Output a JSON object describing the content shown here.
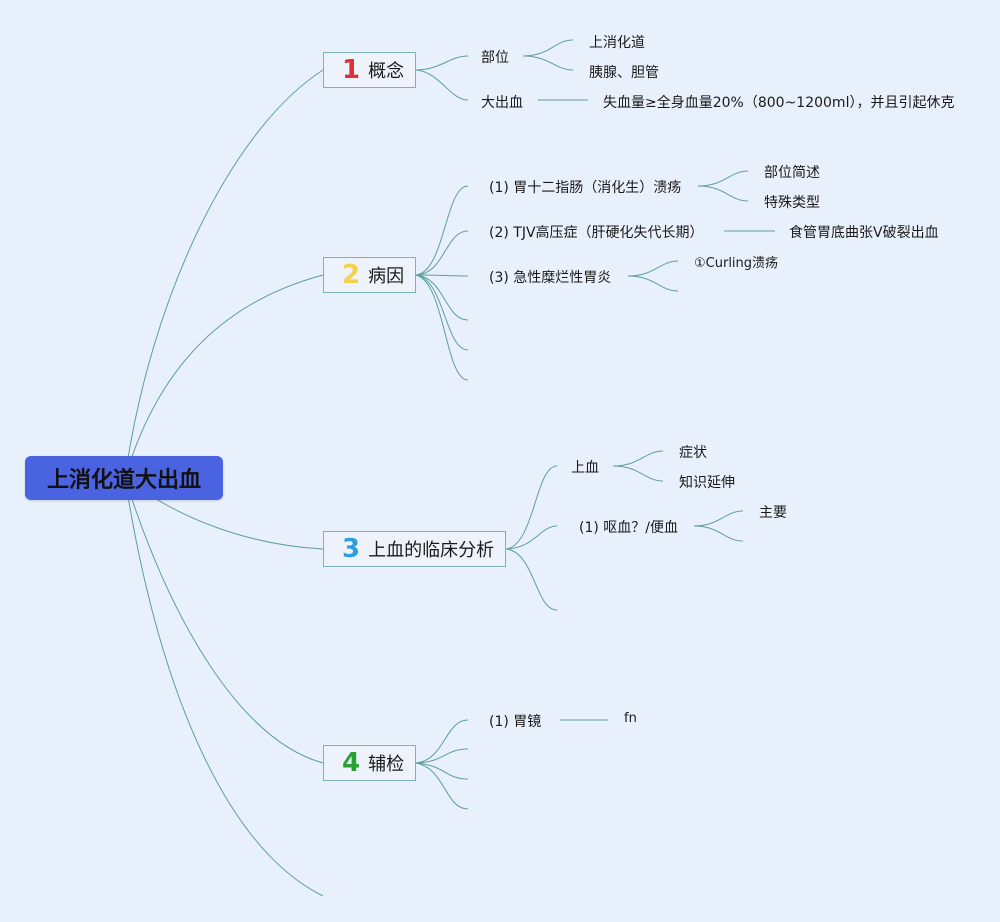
{
  "root": {
    "label": "上消化道大出血"
  },
  "colors": {
    "background": "#e8f0fb",
    "root_fill": "#4a63e0",
    "connector": "#5f9ea0",
    "num1": "#e0303a",
    "num2": "#f2d24b",
    "num3": "#2d9fe0",
    "num4": "#2aa034"
  },
  "topics": [
    {
      "number": "1",
      "label": "概念"
    },
    {
      "number": "2",
      "label": "病因"
    },
    {
      "number": "3",
      "label": "上血的临床分析"
    },
    {
      "number": "4",
      "label": "辅检"
    }
  ],
  "concept": {
    "site": "部位",
    "site_children": [
      "上消化道",
      "胰腺、胆管"
    ],
    "bleeding": "大出血",
    "bleeding_child": "失血量≥全身血量20%（800~1200ml），并且引起休克"
  },
  "causes": {
    "items": [
      "(1) 胃十二指肠（消化生）溃疡",
      "(2) TJV高压症（肝硬化失代长期）",
      "(3) 急性糜烂性胃炎"
    ],
    "ulcer_children": [
      "部位简述",
      "特殊类型"
    ],
    "portal_child": "食管胃底曲张V破裂出血",
    "gastritis_child": "①Curling溃疡"
  },
  "clinical": {
    "upper": "上血",
    "upper_children": [
      "症状",
      "知识延伸"
    ],
    "vomit": "(1) 呕血？/便血",
    "vomit_child": "主要"
  },
  "exam": {
    "gastroscopy": "(1) 胃镜",
    "gastroscopy_child": "fn"
  }
}
